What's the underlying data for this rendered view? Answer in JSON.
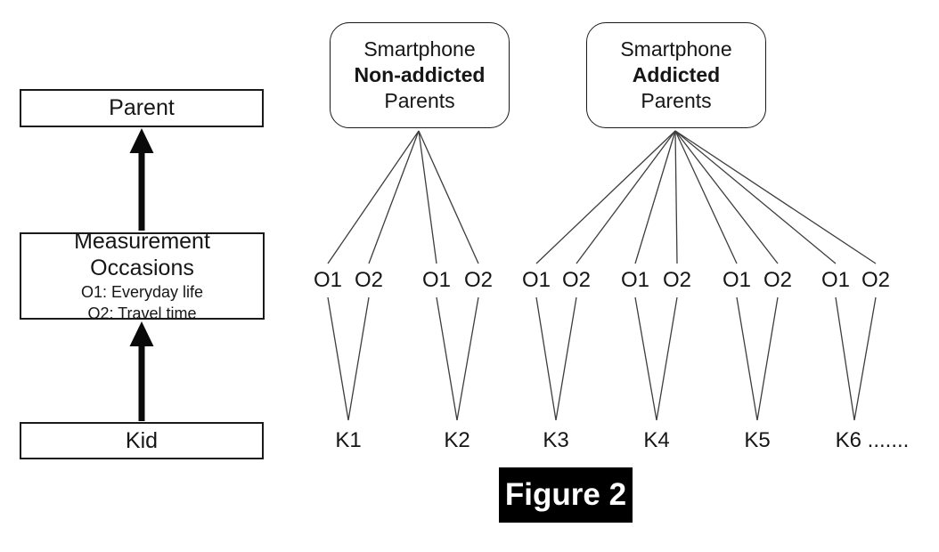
{
  "left_panel": {
    "parent_label": "Parent",
    "measurement_title": "Measurement Occasions",
    "measurement_sub1": "O1: Everyday life",
    "measurement_sub2": "O2: Travel time",
    "kid_label": "Kid"
  },
  "right_panel": {
    "group1": {
      "top": "Smartphone",
      "middle": "Non-addicted",
      "bottom": "Parents"
    },
    "group2": {
      "top": "Smartphone",
      "middle": "Addicted",
      "bottom": "Parents"
    },
    "occasion_labels": [
      "O1",
      "O2",
      "O1",
      "O2",
      "O1",
      "O2",
      "O1",
      "O2",
      "O1",
      "O2",
      "O1",
      "O2"
    ],
    "kid_labels": [
      "K1",
      "K2",
      "K3",
      "K4",
      "K5",
      "K6 ......."
    ]
  },
  "caption": "Figure 2",
  "colors": {
    "background": "#ffffff",
    "connector_line": "#3d3d3d",
    "box_border": "#1a1a1a",
    "text": "#161616",
    "caption_bg": "#000000",
    "caption_text": "#ffffff"
  }
}
